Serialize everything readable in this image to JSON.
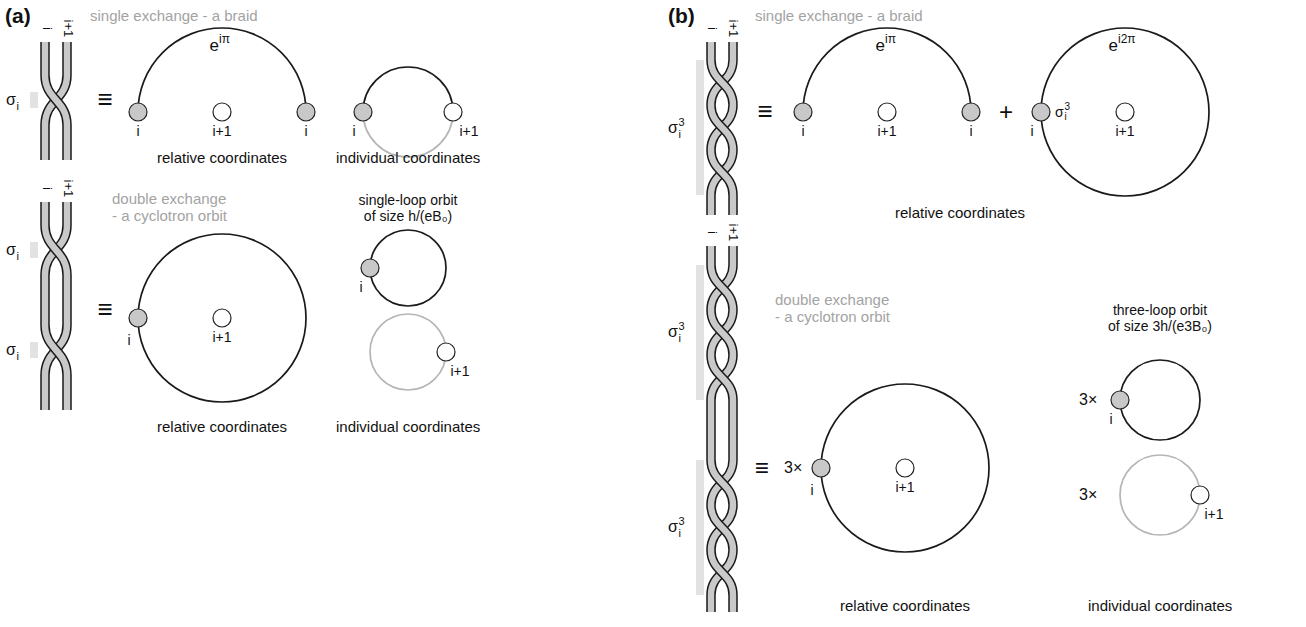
{
  "diagram": {
    "labels": [
      "(a)",
      "single exchange - a braid",
      "i",
      "i+1",
      "σ",
      "i",
      "≡",
      "e",
      "iπ",
      "i",
      "i+1",
      "i",
      "relative coordinates",
      "i",
      "i+1",
      "individual coordinates",
      "double exchange - a cyclotron orbit",
      "i",
      "i+1",
      "σ",
      "i",
      "σ",
      "i",
      "≡",
      "i",
      "i+1",
      "relative coordinates",
      "single-loop orbit of size h/(eB₀)",
      "i",
      "i+1",
      "individual coordinates",
      "(b)",
      "single exchange - a braid",
      "i",
      "i+1",
      "σ",
      "i",
      "3",
      "≡",
      "e",
      "iπ",
      "i",
      "i+1",
      "i",
      "+",
      "e",
      "i2π",
      "i",
      "σ",
      "i",
      "3",
      "i+1",
      "relative coordinates",
      "double exchange - a cyclotron orbit",
      "i",
      "i+1",
      "σ",
      "i",
      "3",
      "σ",
      "i",
      "3",
      "≡",
      "3×",
      "i",
      "i+1",
      "relative coordinates",
      "three-loop orbit of size 3h/(e3B₀)",
      "3×",
      "i",
      "3×",
      "i+1",
      "individual coordinates"
    ]
  }
}
